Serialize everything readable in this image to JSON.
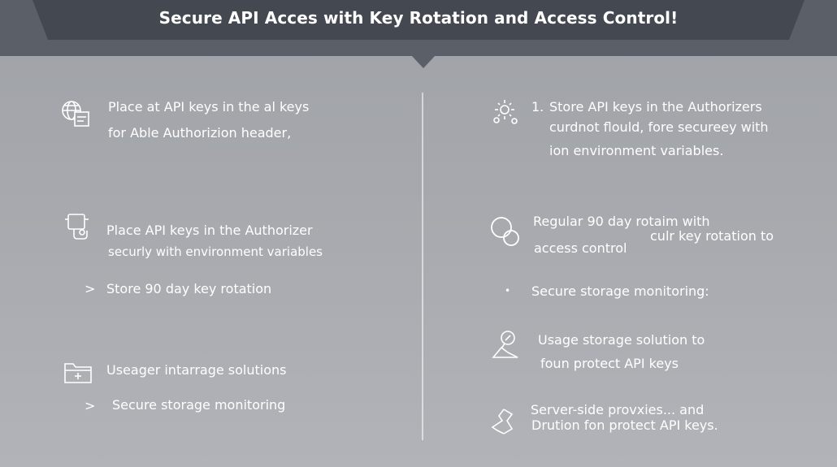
{
  "title": "Secure API Acces with Key Rotation and Access Control!",
  "left": {
    "item1": {
      "icon": "globe-document-icon",
      "lines": [
        "Place at API keys in the al keys",
        "for Able Authorizion header,"
      ]
    },
    "item2": {
      "icon": "tablet-hand-icon",
      "lines": [
        "Place API keys in the Authorizer",
        "securly with environment variables"
      ]
    },
    "bullet1": {
      "marker": ">",
      "text": "Store 90 day key rotation"
    },
    "item3": {
      "icon": "folder-plus-icon",
      "text": "Useager intarrage solutions"
    },
    "bullet2": {
      "marker": ">",
      "text": "Secure storage monitoring"
    }
  },
  "right": {
    "item1": {
      "icon": "gear-cluster-icon",
      "number": "1.",
      "lines": [
        "Store API keys in the Authorizers",
        "curdnot flould, fore secureey with",
        "ion environment variables."
      ]
    },
    "item2": {
      "icon": "overlapping-circles-icon",
      "lines": [
        "Regular 90 day rotaim with",
        "culr key rotation to",
        "access control"
      ]
    },
    "bullet1": {
      "marker": "•",
      "text": "Secure storage monitoring:"
    },
    "item3": {
      "icon": "pin-triangle-icon",
      "lines": [
        "Usage storage solution to",
        "foun protect API keys"
      ]
    },
    "item4": {
      "icon": "hourglass-icon",
      "lines": [
        "Server-side provxies... and",
        "Drution fon protect API keys."
      ]
    }
  }
}
